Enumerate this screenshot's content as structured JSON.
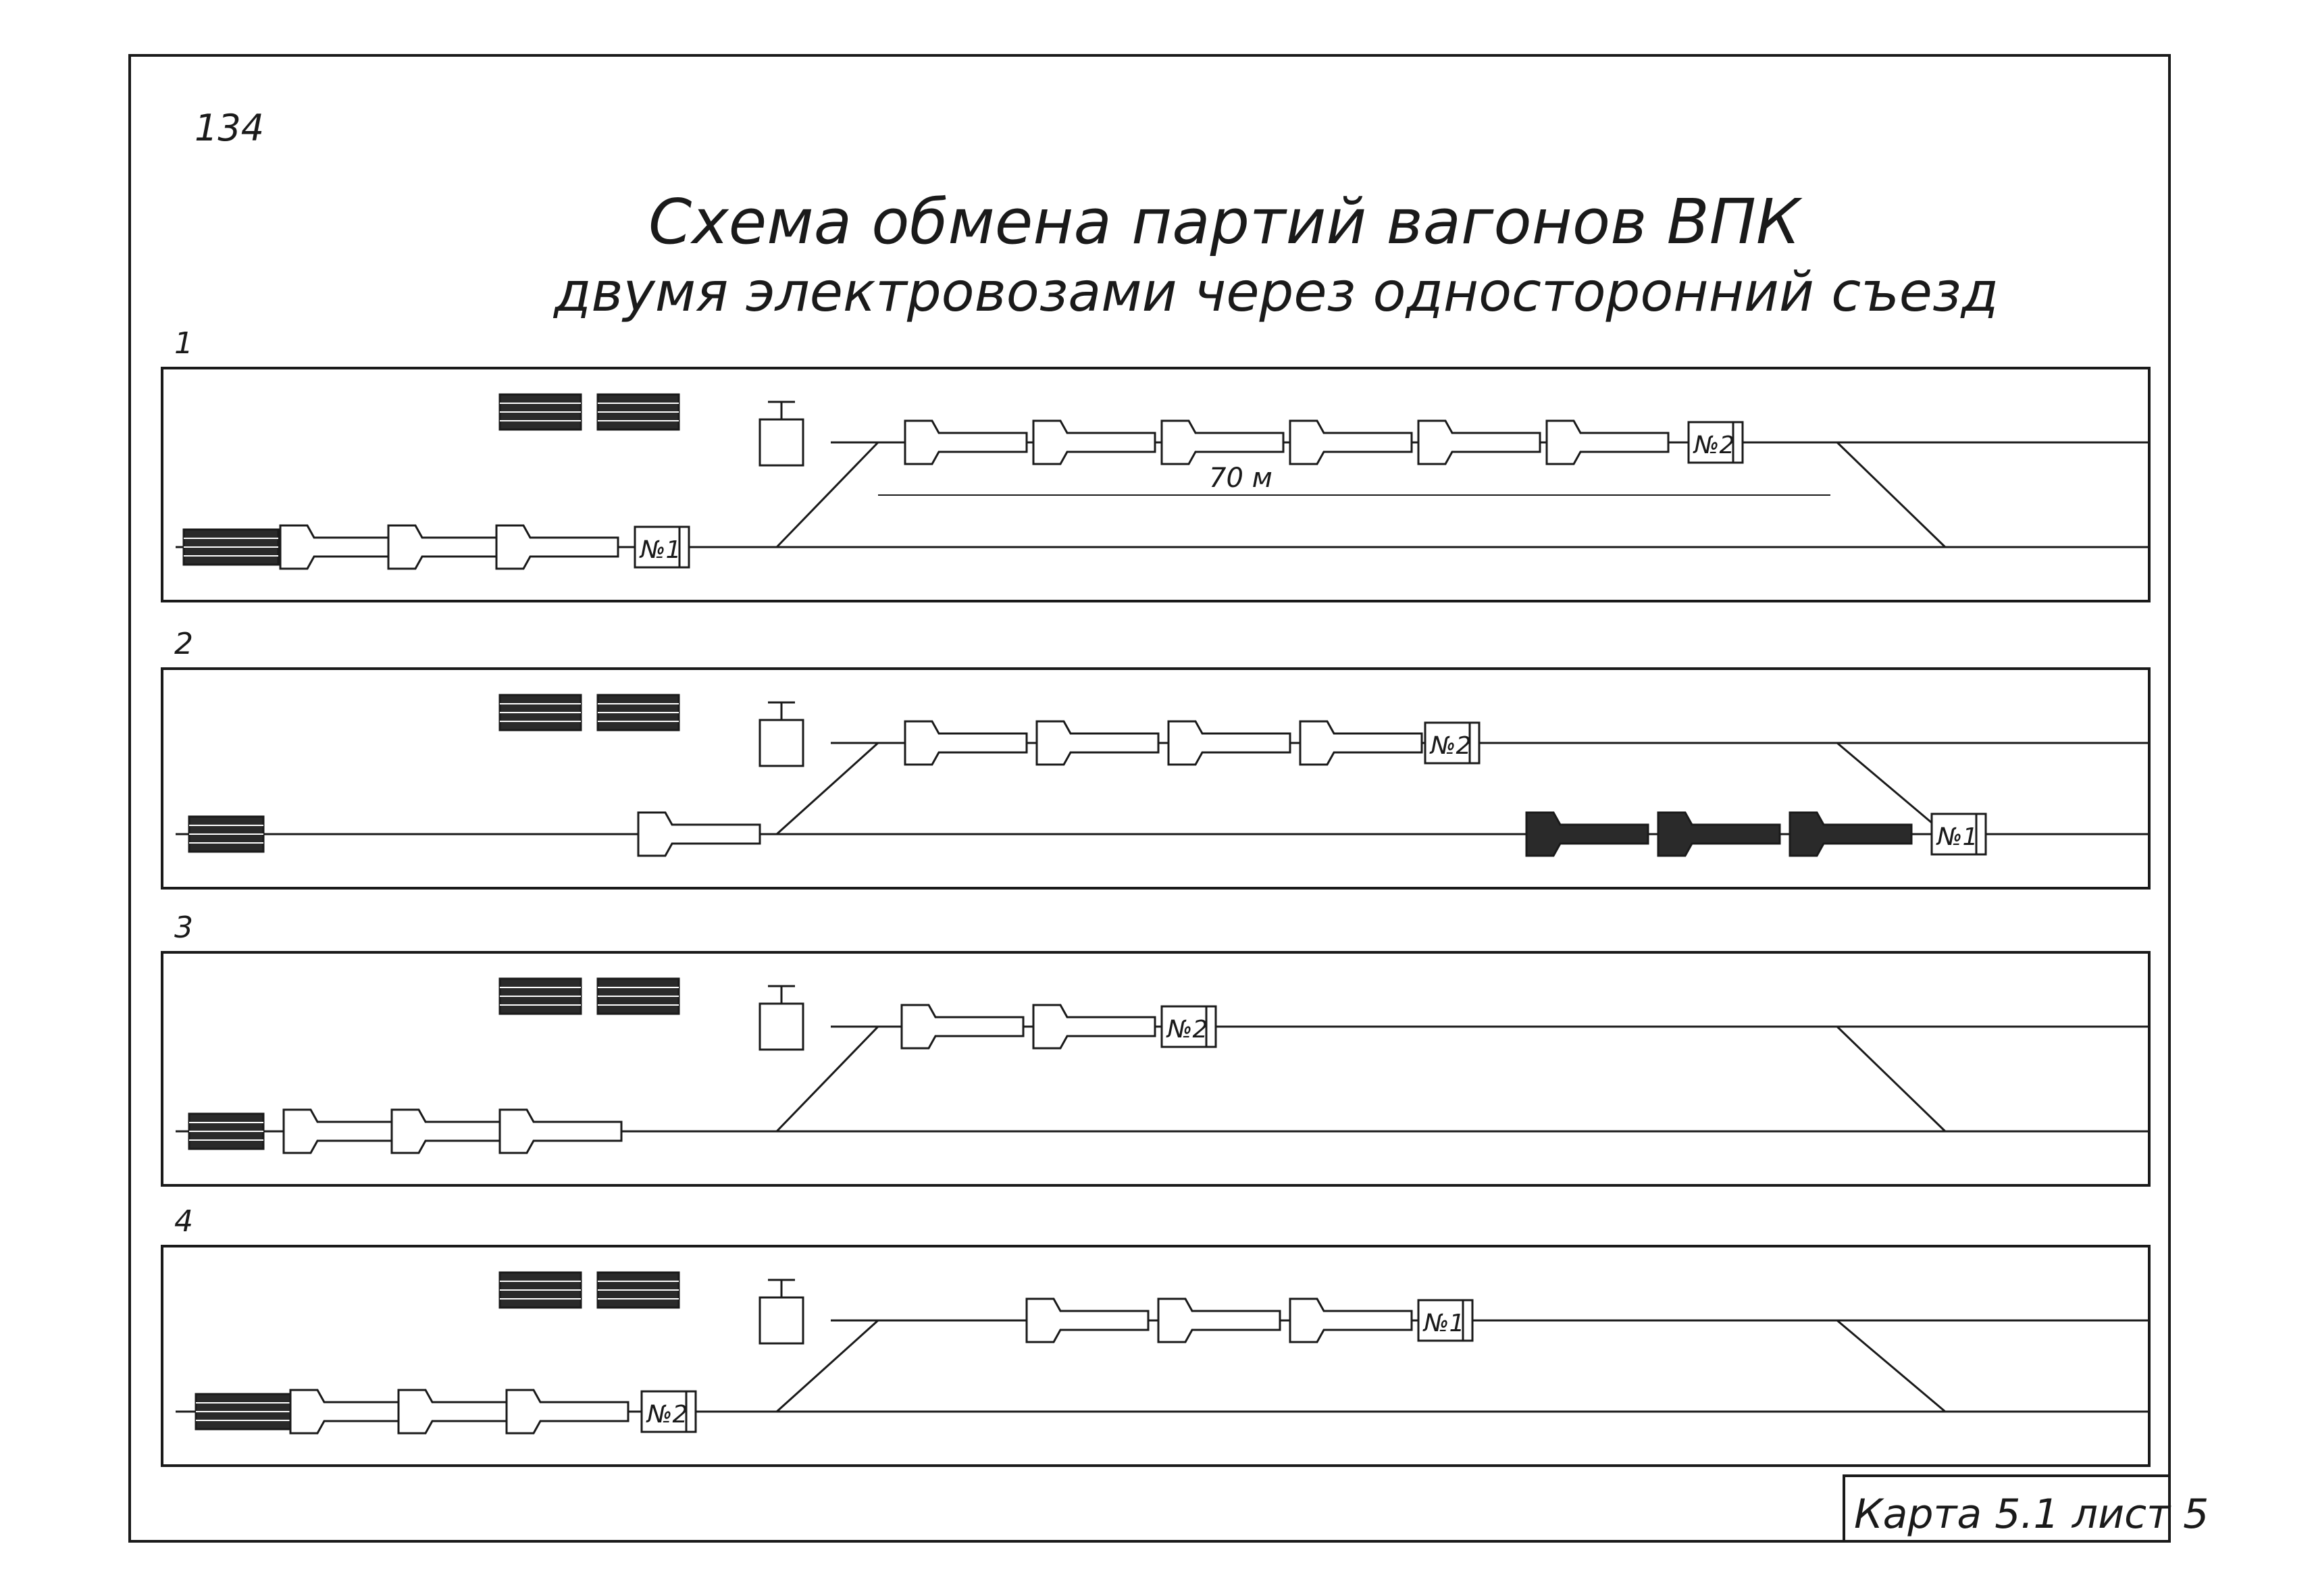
{
  "page_number": "134",
  "title_line1": "Схема обмена партий вагонов ВПК",
  "title_line2": "двумя электровозами через односторонний съезд",
  "distance_label": "70 м",
  "card_label": "Карта 5.1 лист 5",
  "panels": [
    {
      "number": "1",
      "top_loco": "№2",
      "bottom_loco": "№1"
    },
    {
      "number": "2",
      "top_loco": "№2",
      "bottom_loco": "№1"
    },
    {
      "number": "3",
      "top_loco": "№2"
    },
    {
      "number": "4",
      "top_loco": "№1",
      "bottom_loco": "№2"
    }
  ],
  "colors": {
    "ink": "#1a1a1a",
    "paper": "#ffffff"
  }
}
